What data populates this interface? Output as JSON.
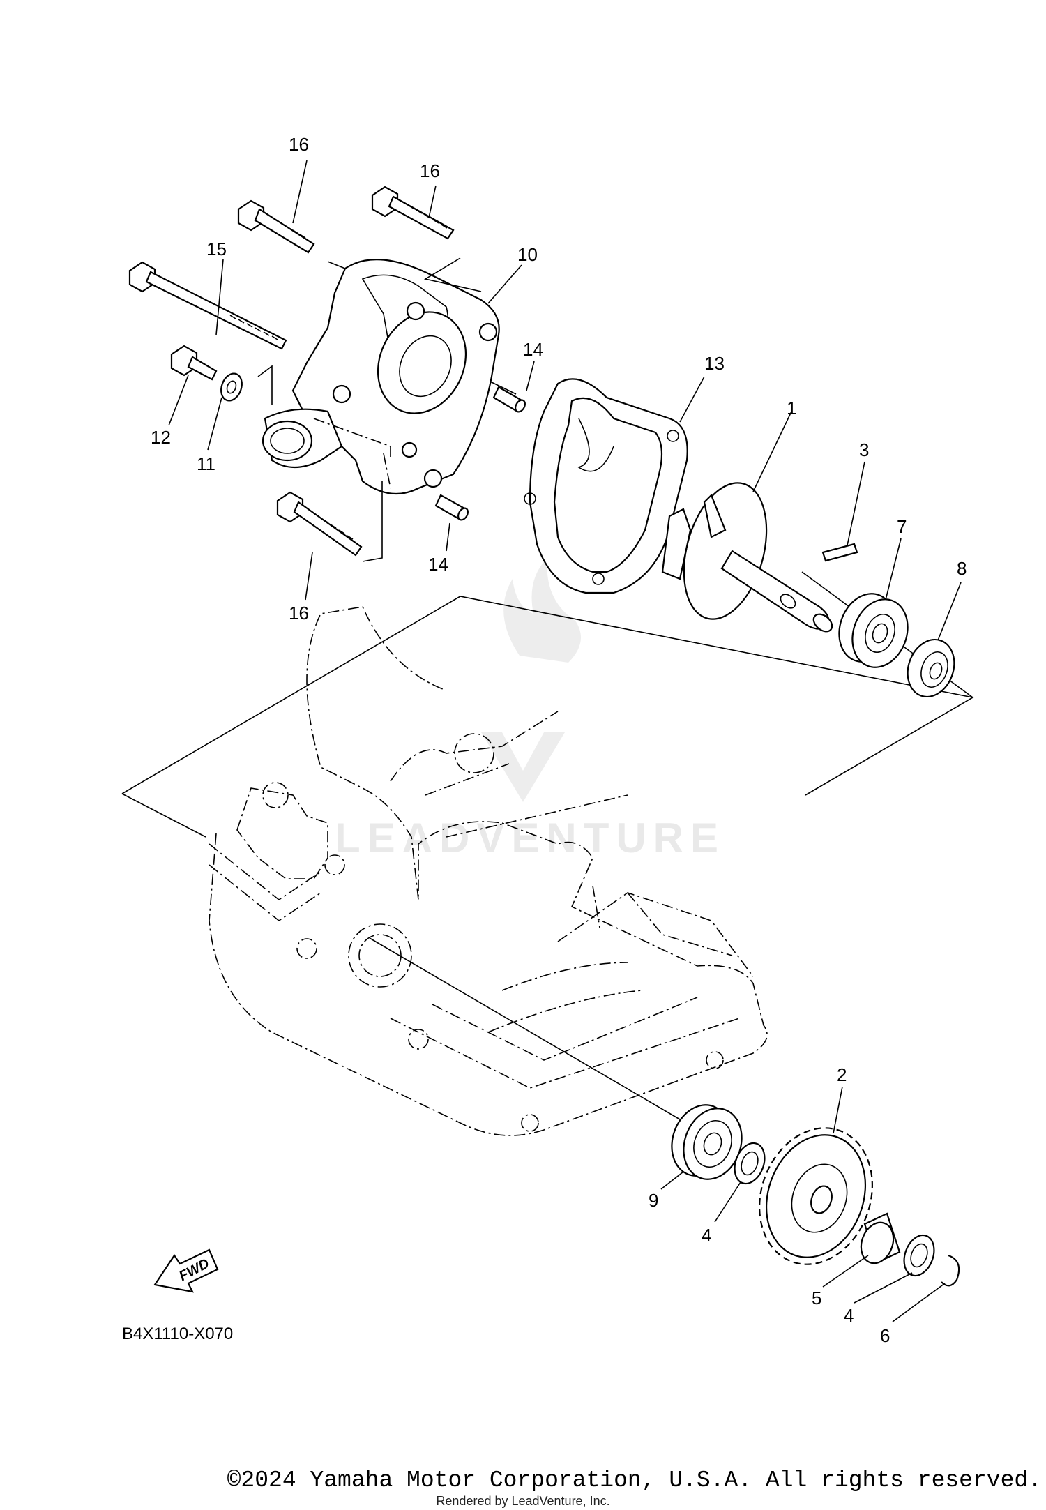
{
  "diagram_code": "B4X1110-X070",
  "copyright": "©2024 Yamaha Motor Corporation, U.S.A. All rights reserved.",
  "rendered_by": "Rendered by LeadVenture, Inc.",
  "watermark": "LEADVENTURE",
  "fwd_label": "FWD",
  "callouts": {
    "c1": "1",
    "c2": "2",
    "c3": "3",
    "c4a": "4",
    "c4b": "4",
    "c5": "5",
    "c6": "6",
    "c7": "7",
    "c8": "8",
    "c9": "9",
    "c10": "10",
    "c11": "11",
    "c12": "12",
    "c13": "13",
    "c14a": "14",
    "c14b": "14",
    "c15": "15",
    "c16a": "16",
    "c16b": "16",
    "c16c": "16"
  }
}
